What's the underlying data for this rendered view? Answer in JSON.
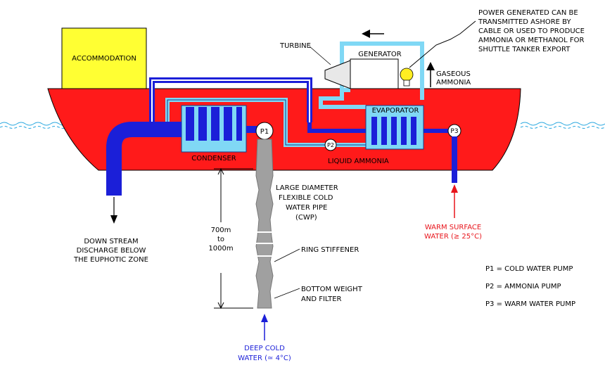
{
  "labels": {
    "accommodation": "ACCOMMODATION",
    "turbine": "TURBINE",
    "generator": "GENERATOR",
    "power_note": [
      "POWER GENERATED CAN BE",
      "TRANSMITTED ASHORE BY",
      "CABLE OR USED TO PRODUCE",
      "AMMONIA OR METHANOL FOR",
      "SHUTTLE TANKER EXPORT"
    ],
    "gaseous_ammonia": [
      "GASEOUS",
      "AMMONIA"
    ],
    "evaporator": "EVAPORATOR",
    "condenser": "CONDENSER",
    "liquid_ammonia": "LIQUID AMMONIA",
    "p1": "P1",
    "p2": "P2",
    "p3": "P3",
    "cwp": [
      "LARGE DIAMETER",
      "FLEXIBLE COLD",
      "WATER PIPE",
      "(CWP)"
    ],
    "depth": [
      "700m",
      "to",
      "1000m"
    ],
    "ring_stiffener": "RING STIFFENER",
    "bottom_weight": [
      "BOTTOM WEIGHT",
      "AND FILTER"
    ],
    "deep_cold": [
      "DEEP COLD",
      "WATER (≃ 4°C)"
    ],
    "warm_surface": [
      "WARM SURFACE",
      "WATER (≥ 25°C)"
    ],
    "discharge": [
      "DOWN STREAM",
      "DISCHARGE BELOW",
      "THE EUPHOTIC ZONE"
    ]
  },
  "legend": [
    "P1 = COLD WATER PUMP",
    "P2 = AMMONIA PUMP",
    "P3 = WARM WATER PUMP"
  ],
  "colors": {
    "hull": "#ff1a1a",
    "accommodation": "#ffff33",
    "deep_blue": "#1b1fd8",
    "light_blue": "#80d8f5",
    "pipe_gray": "#a0a0a0",
    "sea": "#2aa8e0",
    "warm_text": "#e8141b"
  }
}
